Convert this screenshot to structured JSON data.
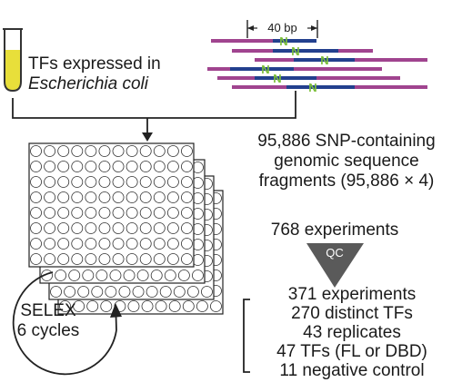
{
  "tube_label": {
    "line1": "TFs expressed in",
    "line2": "Escherichia coli"
  },
  "bp_label": "40 bp",
  "snp_glyph": "N",
  "fragments_text": {
    "line1": "95,886 SNP-containing",
    "line2": "genomic sequence",
    "line3": "fragments (95,886 × 4)"
  },
  "experiments_label": "768 experiments",
  "qc_label": "QC",
  "selex_label": {
    "line1": "SELEX",
    "line2": "6 cycles"
  },
  "results": [
    "371 experiments",
    "270 distinct TFs",
    "43 replicates",
    "47 TFs (FL or DBD)",
    "11 negative control"
  ],
  "colors": {
    "tube_liquid": "#e8df3a",
    "tube_outline": "#333333",
    "dna_magenta": "#a0448f",
    "dna_blue": "#23408e",
    "snp_green": "#7cbf3a",
    "triangle": "#5a5a5a",
    "line": "#222222"
  },
  "plate": {
    "rows": 8,
    "cols": 12
  }
}
